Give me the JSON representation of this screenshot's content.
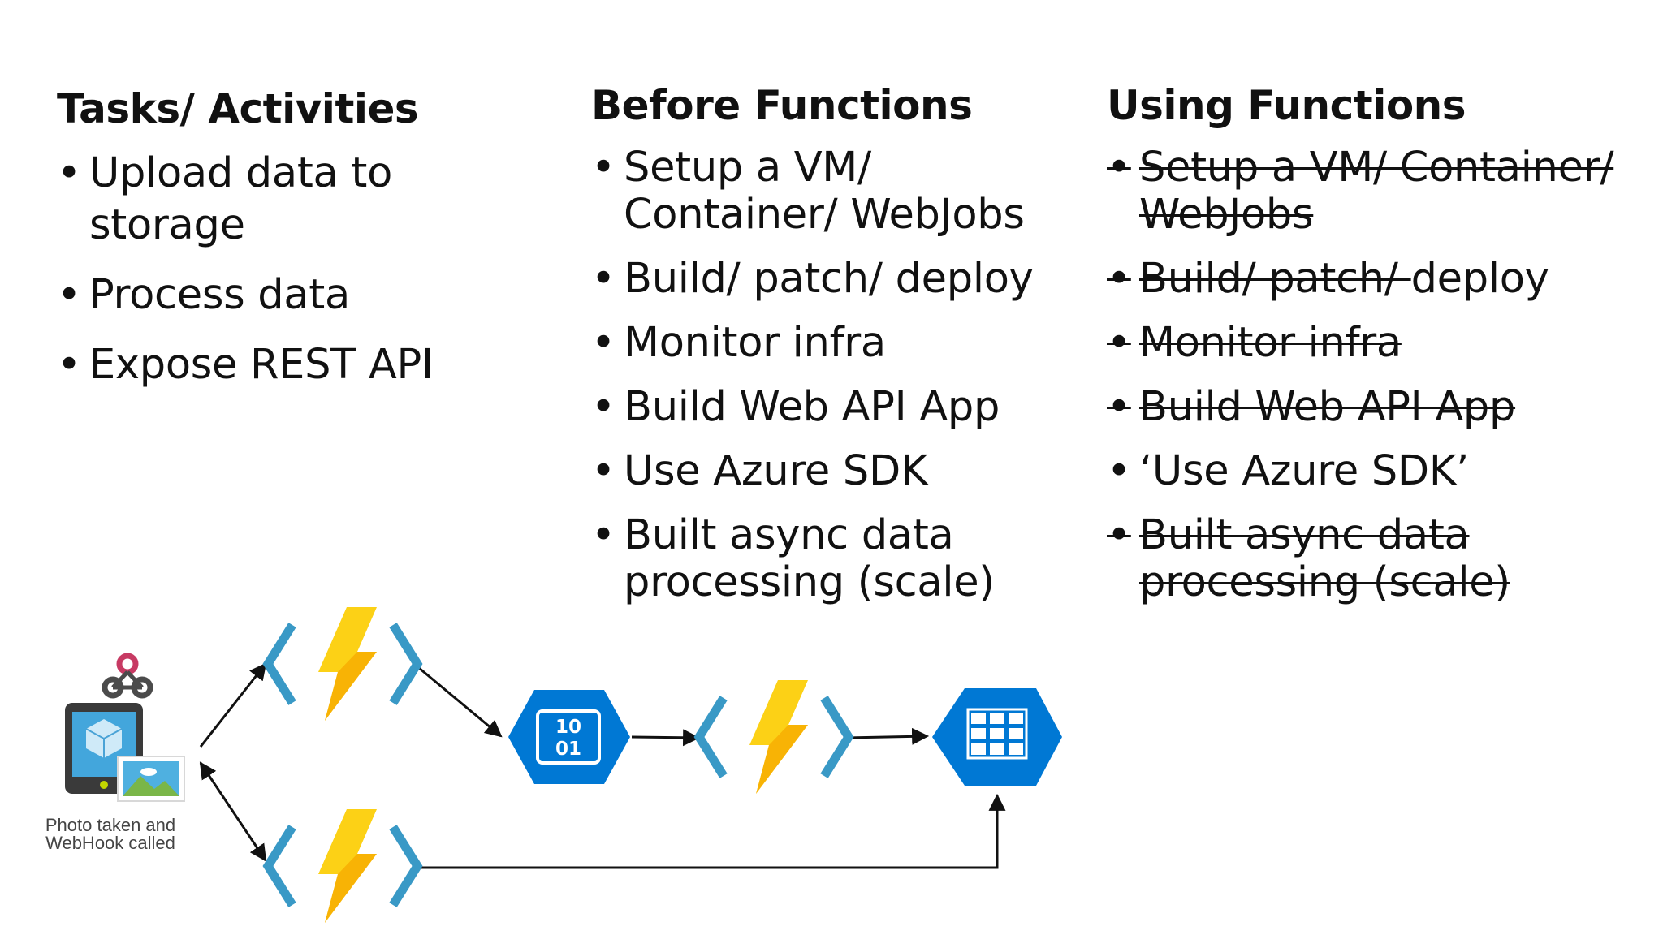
{
  "columns": {
    "tasks": {
      "title": "Tasks/ Activities",
      "items": [
        "Upload data to storage",
        "Process data",
        "Expose REST API"
      ]
    },
    "before": {
      "title": "Before Functions",
      "items": [
        "Setup a VM/ Container/ WebJobs",
        "Build/ patch/ deploy",
        "Monitor infra",
        "Build Web API App",
        "Use Azure SDK",
        "Built async data processing (scale)"
      ]
    },
    "using": {
      "title": "Using Functions",
      "items": [
        {
          "strike": "Setup a VM/ Container/ WebJobs",
          "plain": ""
        },
        {
          "strike": "Build/ patch/ ",
          "plain": "deploy"
        },
        {
          "strike": "Monitor infra",
          "plain": ""
        },
        {
          "strike": "Build Web API App",
          "plain": ""
        },
        {
          "strike": "",
          "plain": "‘Use Azure SDK’"
        },
        {
          "strike": "Built async data processing (scale)",
          "plain": ""
        }
      ]
    }
  },
  "diagram": {
    "caption": "Photo taken and WebHook called",
    "binary_top": "10",
    "binary_bottom": "01",
    "icons": [
      "webhook-icon",
      "phone-icon",
      "function-icon",
      "blob-storage-icon",
      "function-icon",
      "table-storage-icon",
      "function-icon"
    ],
    "colors": {
      "azure_blue": "#0078d4",
      "bracket_blue": "#3999c6",
      "bolt_yellow": "#fcd116",
      "bolt_orange": "#ff8c00",
      "webhook_red": "#c73a63"
    }
  }
}
